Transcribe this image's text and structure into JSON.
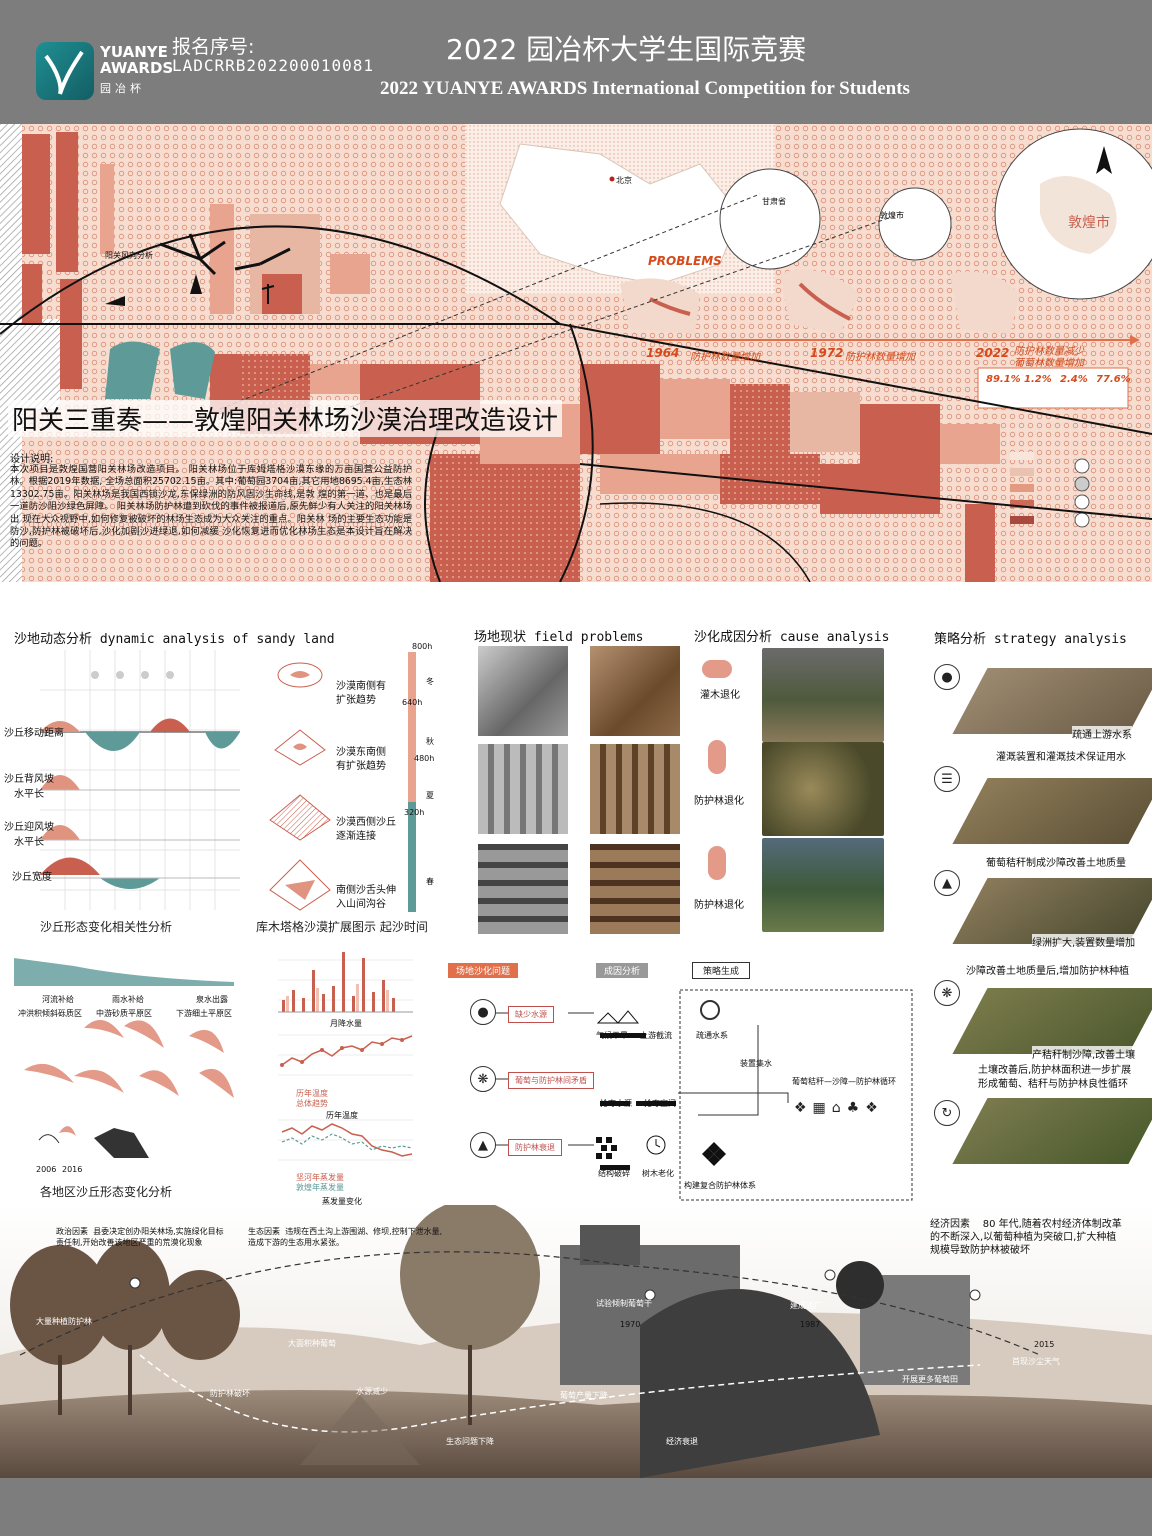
{
  "header": {
    "logo_en": "YUANYE AWARDS",
    "logo_cn": "园冶杯",
    "reg_label": "报名序号:",
    "reg_no": "LADCRRB202200010081",
    "title_cn": "2022 园冶杯大学生国际竞赛",
    "title_en": "2022 YUANYE AWARDS International Competition for  Students"
  },
  "map": {
    "title": "阳关三重奏——敦煌阳关林场沙漠治理改造设计",
    "wind_label": "阳关风向分析",
    "beijing": "北京",
    "gansu": "甘肃省",
    "dunhuang_small": "敦煌市",
    "dunhuang": "敦煌市",
    "problems": "PROBLEMS",
    "timeline": [
      {
        "year": "1964",
        "text": "防护林数量增加"
      },
      {
        "year": "1972",
        "text": "防护林数量增加"
      },
      {
        "year": "2022",
        "text": "防护林数量减少\n葡萄林数量增加"
      }
    ],
    "stats": [
      "89.1%",
      "1.2%",
      "2.4%",
      "77.6%"
    ],
    "design_heading": "设计说明:",
    "design_text": "本次项目是敦煌国营阳关林场改造项目。 阳关林场位于库姆塔格沙漠东缘的万亩国营公益防护林。根据2019年数据, 全场总面积25702.15亩。其中:葡萄园3704亩,其它用地8695.4亩,生态林 13302.75亩。阳关林场是我国西锁沙龙,东保绿洲的防风固沙生命线,是敦 煌的第一道、也是最后一道防沙阻沙绿色屏障。 阳关林场防护林遭到砍伐的事件被报道后,原先鲜少有人关注的阳关林场出 现在大众视野中,如何修复被破坏的林场生态成为大众关注的重点。阳关林 场的主要生态功能是防沙,防护林被破坏后,沙化加剧沙进绿退,如何减缓 沙化恢复进而优化林场生态是本设计旨在解决的问题。"
  },
  "sandy": {
    "title": "沙地动态分析 dynamic analysis of sandy land",
    "rows": [
      "沙丘移动距离",
      "沙丘背风坡\n水平长",
      "沙丘迎风坡\n水平长",
      "沙丘宽度"
    ],
    "trends": [
      "沙漠南侧有\n扩张趋势",
      "沙漠东南侧\n有扩张趋势",
      "沙漠西侧沙丘\n逐渐连接",
      "南侧沙舌头伸\n入山间沟谷"
    ],
    "axis": [
      "800h",
      "640h",
      "480h",
      "320h"
    ],
    "seasons": [
      "冬",
      "秋",
      "夏",
      "春"
    ],
    "sub1": "沙丘形态变化相关性分析",
    "sub2": "库木塔格沙漠扩展图示 起沙时间",
    "legend": [
      "河流补给",
      "雨水补给",
      "泉水出露"
    ],
    "zones": [
      "冲洪积倾斜砾质区",
      "中游砂质平原区",
      "下游细土平原区"
    ],
    "years": [
      "2006",
      "2016"
    ],
    "sub3": "各地区沙丘形态变化分析",
    "chart1": "月降水量",
    "chart2": "历年温度",
    "chart2_legend": [
      "历年温度",
      "总体趋势"
    ],
    "chart3": "蒸发量变化",
    "chart3_legend": [
      "坚河年蒸发量",
      "敦煌年蒸发量"
    ]
  },
  "field": {
    "title": "场地现状 field problems"
  },
  "cause": {
    "title": "沙化成因分析 cause analysis",
    "items": [
      "灌木退化",
      "防护林退化",
      "防护林退化"
    ]
  },
  "flow": {
    "tags": [
      "场地沙化问题",
      "成因分析",
      "策略生成"
    ],
    "problems": [
      "缺少水源",
      "葡萄与防护林间矛盾",
      "防护林衰退"
    ],
    "causes": [
      "气候干旱",
      "上游截流",
      "抢夺水源",
      "抢夺空间",
      "结构破碎",
      "树木老化"
    ],
    "strategies": [
      "疏通水系",
      "装置集水",
      "葡萄秸秆—沙障—防护林循环",
      "构建复合防护林体系"
    ]
  },
  "strategy": {
    "title": "策略分析 strategy analysis",
    "notes": [
      "疏通上游水系",
      "灌溉装置和灌溉技术保证用水",
      "葡萄秸秆制成沙障改善土地质量",
      "绿洲扩大,装置数量增加",
      "沙障改善土地质量后,增加防护林种植",
      "产秸秆制沙障,改善土壤",
      "土壤改善后,防护林面积进一步扩展\n形成葡萄、秸秆与防护林良性循环"
    ]
  },
  "history": {
    "politics": "政治因素  县委决定创办阳关林场,实施绿化目标\n责任制,开始改善该地区严重的荒漠化现象",
    "ecology": "生态因素  违规在西土沟上游围湖、修坝,控制下泄水量,\n造成下游的生态用水紧张。",
    "economy": "经济因素    80 年代,随着农村经济体制改革\n的不断深入,以葡萄种植为突破口,扩大种植\n规模导致防护林被破坏",
    "years": [
      "1970",
      "1987",
      "2015"
    ],
    "labels": [
      "大量种植防护林",
      "大面积种葡萄",
      "防护林破坏",
      "水源减少",
      "生态问题下降",
      "葡萄产量下降",
      "试验倾制葡萄干",
      "建成酒厂",
      "开展更多葡萄田",
      "经济衰退",
      "首现沙尘天气"
    ]
  },
  "colors": {
    "header": "#7d7d7d",
    "accent": "#d44b1c",
    "terracotta": "#c9604f",
    "salmon": "#e9a490",
    "teal": "#5d9a98"
  }
}
